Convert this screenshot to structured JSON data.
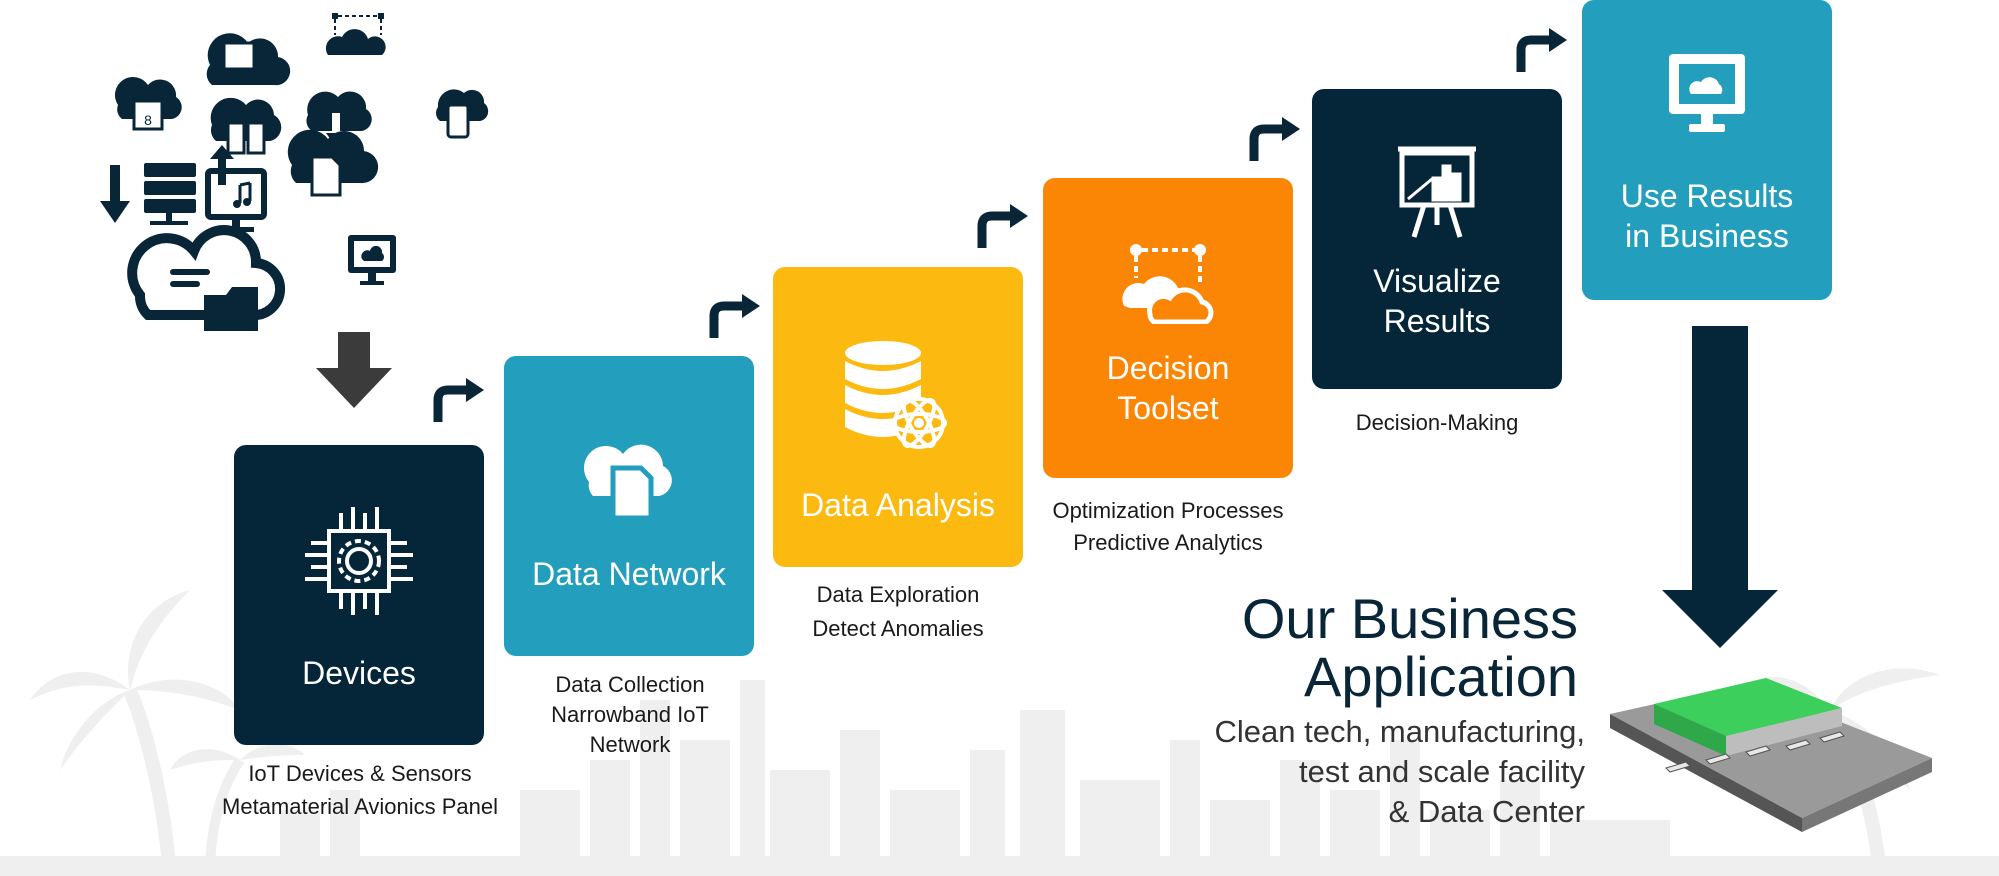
{
  "steps": [
    {
      "label": "Devices",
      "caption": [
        "IoT Devices & Sensors",
        "Metamaterial Avionics Panel"
      ],
      "icon": "circuit-chip-icon",
      "color": "#052538"
    },
    {
      "label": "Data Network",
      "caption": [
        "Data Collection",
        "Narrowband IoT",
        "Network"
      ],
      "icon": "cloud-document-icon",
      "color": "#239ebd"
    },
    {
      "label": "Data Analysis",
      "caption": [
        "Data Exploration",
        "Detect Anomalies"
      ],
      "icon": "database-atom-icon",
      "color": "#fcb90f"
    },
    {
      "label": [
        "Decision",
        "Toolset"
      ],
      "caption": [
        "Optimization Processes",
        "Predictive Analytics"
      ],
      "icon": "cloud-network-icon",
      "color": "#fb8504"
    },
    {
      "label": [
        "Visualize",
        "Results"
      ],
      "caption": [
        "Decision-Making"
      ],
      "icon": "presentation-chart-icon",
      "color": "#052538"
    },
    {
      "label": [
        "Use Results",
        "in Business"
      ],
      "caption": [],
      "icon": "monitor-cloud-icon",
      "color": "#239ebd"
    }
  ],
  "business": {
    "title": [
      "Our Business",
      "Application"
    ],
    "subtitle": [
      "Clean tech, manufacturing,",
      "test and scale facility",
      "& Data Center"
    ]
  },
  "icons": [
    "cloud-sync-icon",
    "cloud-network-icon",
    "cloud-calendar-icon",
    "cloud-book-icon",
    "cloud-download-icon",
    "cloud-mobile-icon",
    "server-download-icon",
    "monitor-music-upload-icon",
    "cloud-document-icon",
    "cloud-folder-icon",
    "monitor-cloud-icon",
    "down-arrow-icon",
    "airport-facility-image",
    "city-skyline-image"
  ]
}
